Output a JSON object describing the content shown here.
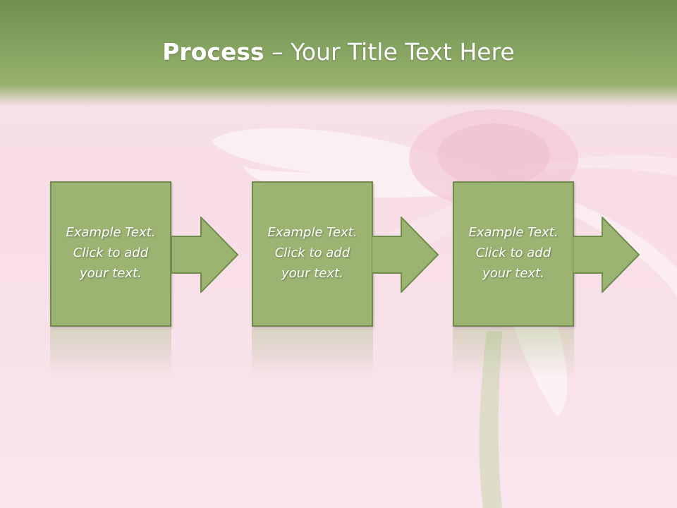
{
  "slide": {
    "title_strong": "Process",
    "title_rest": " – Your Title Text Here",
    "steps": [
      {
        "line1": "Example Text.",
        "line2": "Click  to add",
        "line3": "your text."
      },
      {
        "line1": "Example Text.",
        "line2": "Click  to add",
        "line3": "your text."
      },
      {
        "line1": "Example Text.",
        "line2": "Click  to add",
        "line3": "your text."
      }
    ]
  },
  "colors": {
    "title_band": "#8aa864",
    "box_fill": "#9bb472",
    "box_border": "#6f8c4c",
    "background": "#f7dde6"
  }
}
